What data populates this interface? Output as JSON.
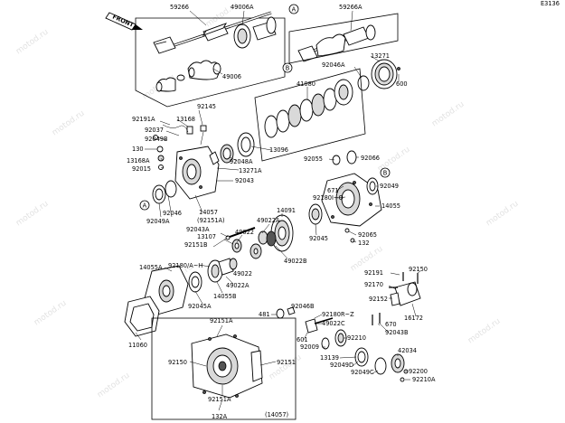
{
  "diagram_code": "E3136",
  "front_label": "FRONT",
  "watermark": "motod.ru",
  "callout_a": "A",
  "callout_b": "B",
  "labels": {
    "p59266": "59266",
    "p49006A": "49006A",
    "p49006": "49006",
    "p59266A": "59266A",
    "p13271": "13271",
    "p92046A": "92046A",
    "p600": "600",
    "p41080": "41080",
    "p92145": "92145",
    "p92191A": "92191A",
    "p13168": "13168",
    "p92037": "92037",
    "p92049B": "92049B",
    "p130": "130",
    "p13168A": "13168A",
    "p92015": "92015",
    "p13096": "13096",
    "p92048A": "92048A",
    "p13271A": "13271A",
    "p92043": "92043",
    "p92055": "92055",
    "p92066": "92066",
    "p671": "671",
    "p92180I_Q": "92180I~Q",
    "p92049": "92049",
    "p14055": "14055",
    "p92046": "92046",
    "p92049A": "92049A",
    "p14057": "14057",
    "p92151A_paren": "(92151A)",
    "p92043A": "92043A",
    "p13107": "13107",
    "p92151B": "92151B",
    "p49022": "49022",
    "p14091": "14091",
    "p49022A": "49022A",
    "p92045": "92045",
    "p92065": "92065",
    "p132": "132",
    "p49022B": "49022B",
    "p14055A": "14055A",
    "p92180A_H": "92180/A~H",
    "p49022_b": "49022",
    "p49022A_b": "49022A",
    "p14055B": "14055B",
    "p92045A": "92045A",
    "p11060": "11060",
    "p92191": "92191",
    "p92150": "92150",
    "p92170": "92170",
    "p92152": "92152",
    "p481": "481",
    "p92046B": "92046B",
    "p92180R_Z": "92180R~Z",
    "p49022C": "49022C",
    "p670": "670",
    "p92043B": "92043B",
    "p16172": "16172",
    "p601": "601",
    "p92009": "92009",
    "p92210": "92210",
    "p13139": "13139",
    "p92049D": "92049D",
    "p92049C": "92049C",
    "p42034": "42034",
    "p92200": "92200",
    "p92210A": "92210A",
    "p92151A_top": "92151A",
    "p92150_l": "92150",
    "p92151_r": "92151",
    "p92151A_bot": "92151A",
    "p132A": "132A",
    "p14057_paren": "(14057)"
  }
}
